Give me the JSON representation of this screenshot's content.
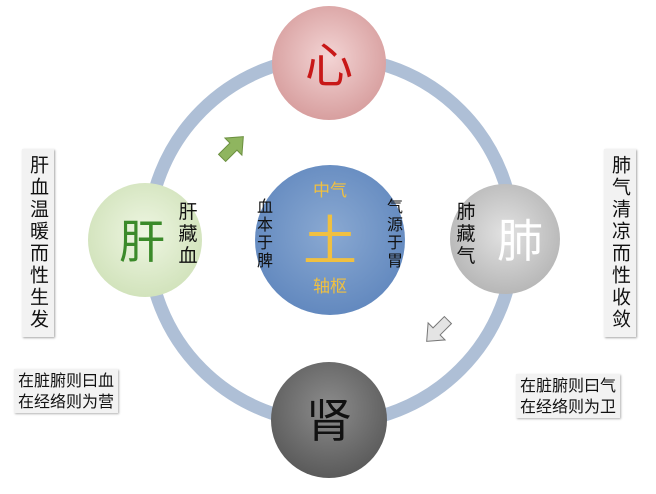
{
  "center": {
    "top": "中气",
    "main": "土",
    "bottom": "轴枢"
  },
  "center_left": "血本于脾",
  "center_right": "气源于胃",
  "nodes": {
    "heart": {
      "label": "心"
    },
    "liver": {
      "label": "肝",
      "side_text": "肝藏血"
    },
    "lung": {
      "label": "肺",
      "side_text": "肺藏气"
    },
    "kidney": {
      "label": "肾"
    }
  },
  "left_vertical": "肝血温暖而性生发",
  "right_vertical": "肺气清凉而性收敛",
  "left_note": [
    "在脏腑则曰血",
    "在经络则为营"
  ],
  "right_note": [
    "在脏腑则曰气",
    "在经络则为卫"
  ],
  "colors": {
    "ring": "#a8bad3",
    "heart": "#dba8a8",
    "heart_text": "#c81818",
    "liver": "#d6e6c1",
    "liver_text": "#3b8a2a",
    "lung": "#c9c9c9",
    "lung_text": "#ffffff",
    "kidney": "#707070",
    "kidney_text": "#111111",
    "center": "#6f94c6",
    "center_text": "#f0c040",
    "arrow_up": "#8fb55f",
    "arrow_down": "#d8d8d8"
  },
  "icons": [
    "arrow-up-right-icon",
    "arrow-down-left-icon"
  ]
}
